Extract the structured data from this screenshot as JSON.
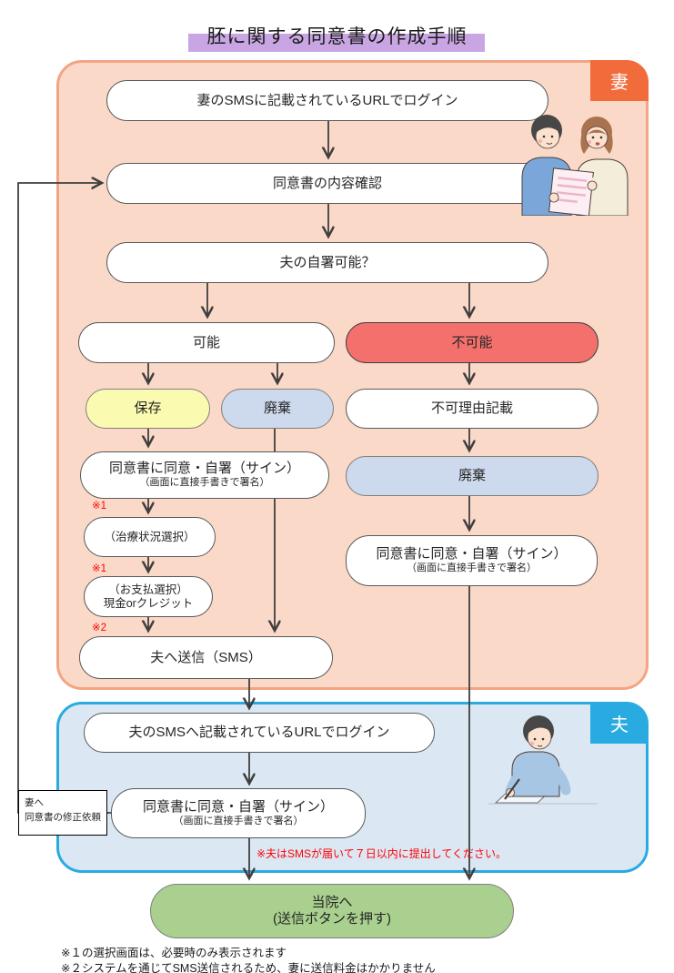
{
  "title": {
    "text": "胚に関する同意書の作成手順"
  },
  "wife_section": {
    "tab_label": "妻",
    "login_box": "妻のSMSに記載されているURLでログイン",
    "confirm_box": "同意書の内容確認",
    "question_box": "夫の自署可能？",
    "possible_box": "可能",
    "impossible_box": "不可能",
    "save_box": "保存",
    "discard_box_left": "廃棄",
    "reason_box": "不可理由記載",
    "sign_box_title": "同意書に同意・自署（サイン）",
    "sign_box_sub": "（画面に直接手書きで署名）",
    "discard_box_right": "廃棄",
    "sign_box_right_title": "同意書に同意・自署（サイン）",
    "sign_box_right_sub": "（画面に直接手書きで署名）",
    "treatment_box": "（治療状況選択）",
    "payment_box_line1": "（お支払選択）",
    "payment_box_line2": "現金orクレジット",
    "send_box": "夫へ送信（SMS）",
    "ref_marks": {
      "treatment": "※1",
      "payment": "※1",
      "send": "※2"
    }
  },
  "husband_section": {
    "tab_label": "夫",
    "login_box": "夫のSMSへ記載されているURLでログイン",
    "sign_box_title": "同意書に同意・自署（サイン）",
    "sign_box_sub": "（画面に直接手書きで署名）",
    "revision_label": {
      "line1": "妻へ",
      "line2": "同意書の修正依頼"
    },
    "deadline_note": "※夫はSMSが届いて７日以内に提出してください。"
  },
  "final_box": {
    "line1": "当院へ",
    "line2": "(送信ボタンを押す)"
  },
  "footnotes": [
    "※１の選択画面は、必要時のみ表示されます",
    "※２システムを通じてSMS送信されるため、妻に送信料金はかかりません"
  ],
  "colors": {
    "wife_bg": "#fbd9c8",
    "wife_border": "#f2a584",
    "wife_tab": "#f26b3a",
    "husband_bg": "#dbe8f4",
    "husband_border": "#29abe2",
    "husband_tab": "#29abe2",
    "impossible_box": "#f4706c",
    "save_box": "#fafab0",
    "discard_box": "#cdd9ec",
    "final_box": "#a9d08e",
    "title_highlight": "#c9a6e3",
    "note_red": "#ff0000",
    "arrow": "#3f3f3f"
  }
}
